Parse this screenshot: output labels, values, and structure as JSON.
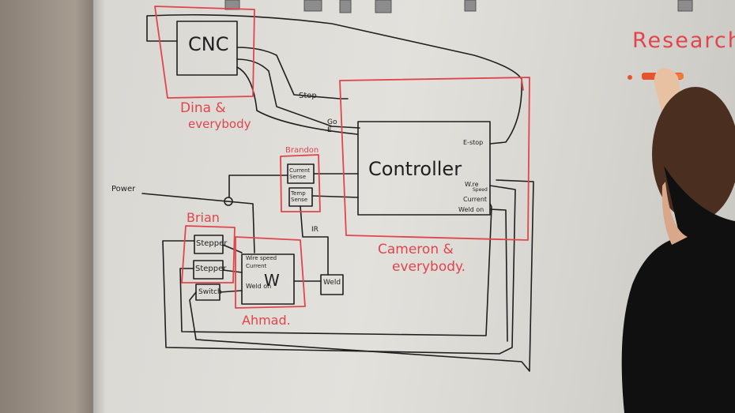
{
  "header": {
    "research_text": "Research"
  },
  "blocks": {
    "cnc": "CNC",
    "controller": "Controller",
    "current_sense": "Current Sense",
    "temp_sense": "Temp Sense",
    "stepper_1": "Stepper",
    "stepper_2": "Stepper",
    "switch": "Switch",
    "w": "W",
    "weld": "Weld"
  },
  "team_labels": {
    "dina": "Dina &",
    "dina_2": "everybody",
    "brandon": "Brandon",
    "brian": "Brian",
    "cameron": "Cameron &",
    "cameron_2": "everybody.",
    "ahmad": "Ahmad."
  },
  "signals": {
    "stop": "Stop",
    "go": "Go",
    "go_2": "E",
    "e_stop": "E-stop",
    "wire_speed": "W.re",
    "wire_speed_2": "Speed",
    "current": "Current",
    "weld_on": "Weld on",
    "power": "Power",
    "ir": "IR",
    "w_wire_speed": "Wire speed",
    "w_current": "Current",
    "w_weld_on": "Weld on"
  },
  "colors": {
    "ink_black": "#1f1f1f",
    "ink_red": "#e0454c",
    "board": "#e0ded9"
  }
}
